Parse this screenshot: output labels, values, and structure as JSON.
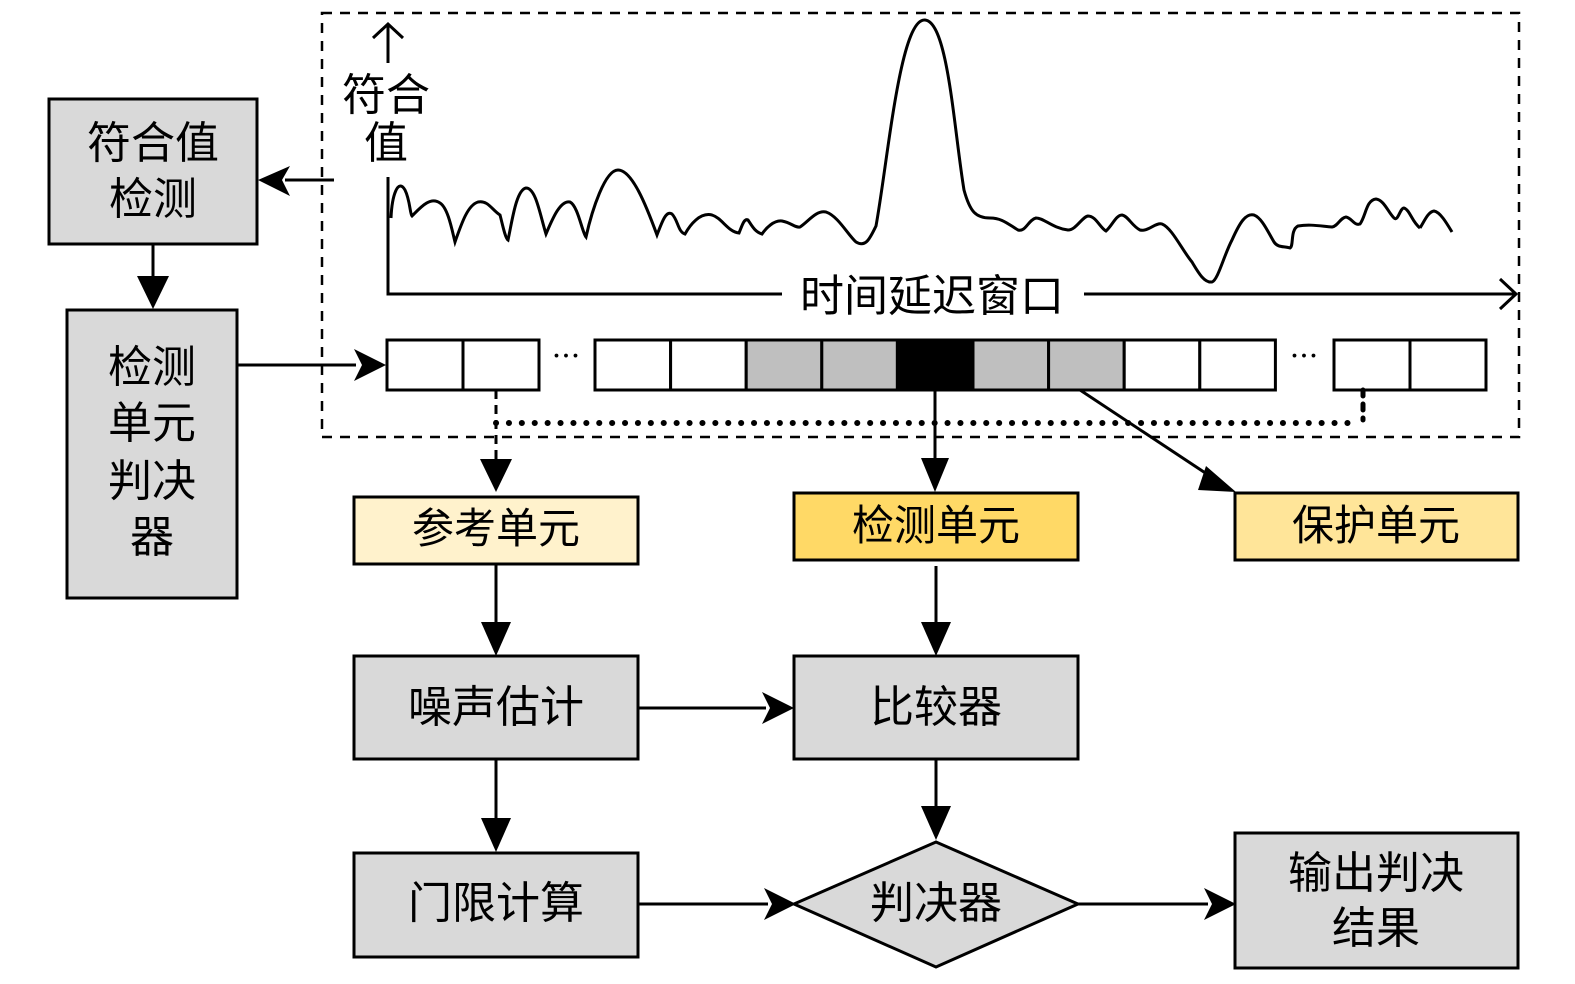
{
  "colors": {
    "gray_box": "#d9d9d9",
    "ref_cell": "#fff2cc",
    "det_cell": "#ffd966",
    "guard_cell": "#ffe599",
    "guard_shade": "#bfbfbf",
    "cut_shade": "#000000",
    "white": "#ffffff"
  },
  "plot": {
    "y_axis_label_line1": "符合",
    "y_axis_label_line2": "值",
    "x_axis_label": "时间延迟窗口"
  },
  "blocks": {
    "coincidence_detect": {
      "line1": "符合值",
      "line2": "检测"
    },
    "cell_judge": {
      "line1": "检测",
      "line2": "单元",
      "line3": "判决",
      "line4": "器"
    },
    "reference_cell": {
      "label": "参考单元"
    },
    "detection_cell": {
      "label": "检测单元"
    },
    "guard_cell": {
      "label": "保护单元"
    },
    "noise_estimate": {
      "label": "噪声估计"
    },
    "comparator": {
      "label": "比较器"
    },
    "threshold_calc": {
      "label": "门限计算"
    },
    "decider": {
      "label": "判决器"
    },
    "output": {
      "line1": "输出判决",
      "line2": "结果"
    }
  },
  "cell_row": {
    "left_group": [
      "reference",
      "reference"
    ],
    "middle_group": [
      "reference",
      "reference",
      "guard",
      "guard",
      "test",
      "guard",
      "guard",
      "reference",
      "reference"
    ],
    "right_group": [
      "reference",
      "reference"
    ],
    "ellipsis": "···"
  }
}
